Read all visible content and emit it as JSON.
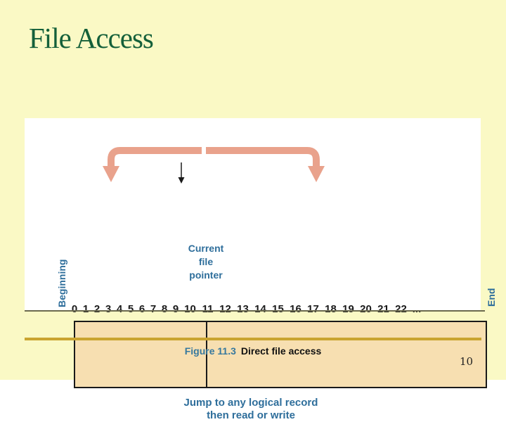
{
  "slide": {
    "title": "File Access",
    "page_number": "10",
    "caption": {
      "figure_label": "Figure 11.3",
      "figure_title": "Direct file access"
    }
  },
  "figure": {
    "beginning_label": "Beginning",
    "end_label": "End",
    "pointer_label": "Current\nfile\npointer",
    "index_numbers": [
      "0",
      "1",
      "2",
      "3",
      "4",
      "5",
      "6",
      "7",
      "8",
      "9",
      "10",
      "11",
      "12",
      "13",
      "14",
      "15",
      "16",
      "17",
      "18",
      "19",
      "20",
      "21",
      "22",
      "..."
    ],
    "jump_caption": "Jump to any logical record\nthen read or write"
  },
  "colors": {
    "background": "#FAF9C5",
    "title_green": "#14603A",
    "figure_bg": "#FFFFFF",
    "diagram_blue": "#2E6E9B",
    "salmon": "#E9A28C",
    "record_tan": "#F7DFB1",
    "line_black": "#1A1A1A",
    "gold_line": "#C9A430",
    "olive_line": "#6B6A4E",
    "caption_blue": "#36789E",
    "caption_black": "#111111",
    "page_number_color": "#222222"
  }
}
